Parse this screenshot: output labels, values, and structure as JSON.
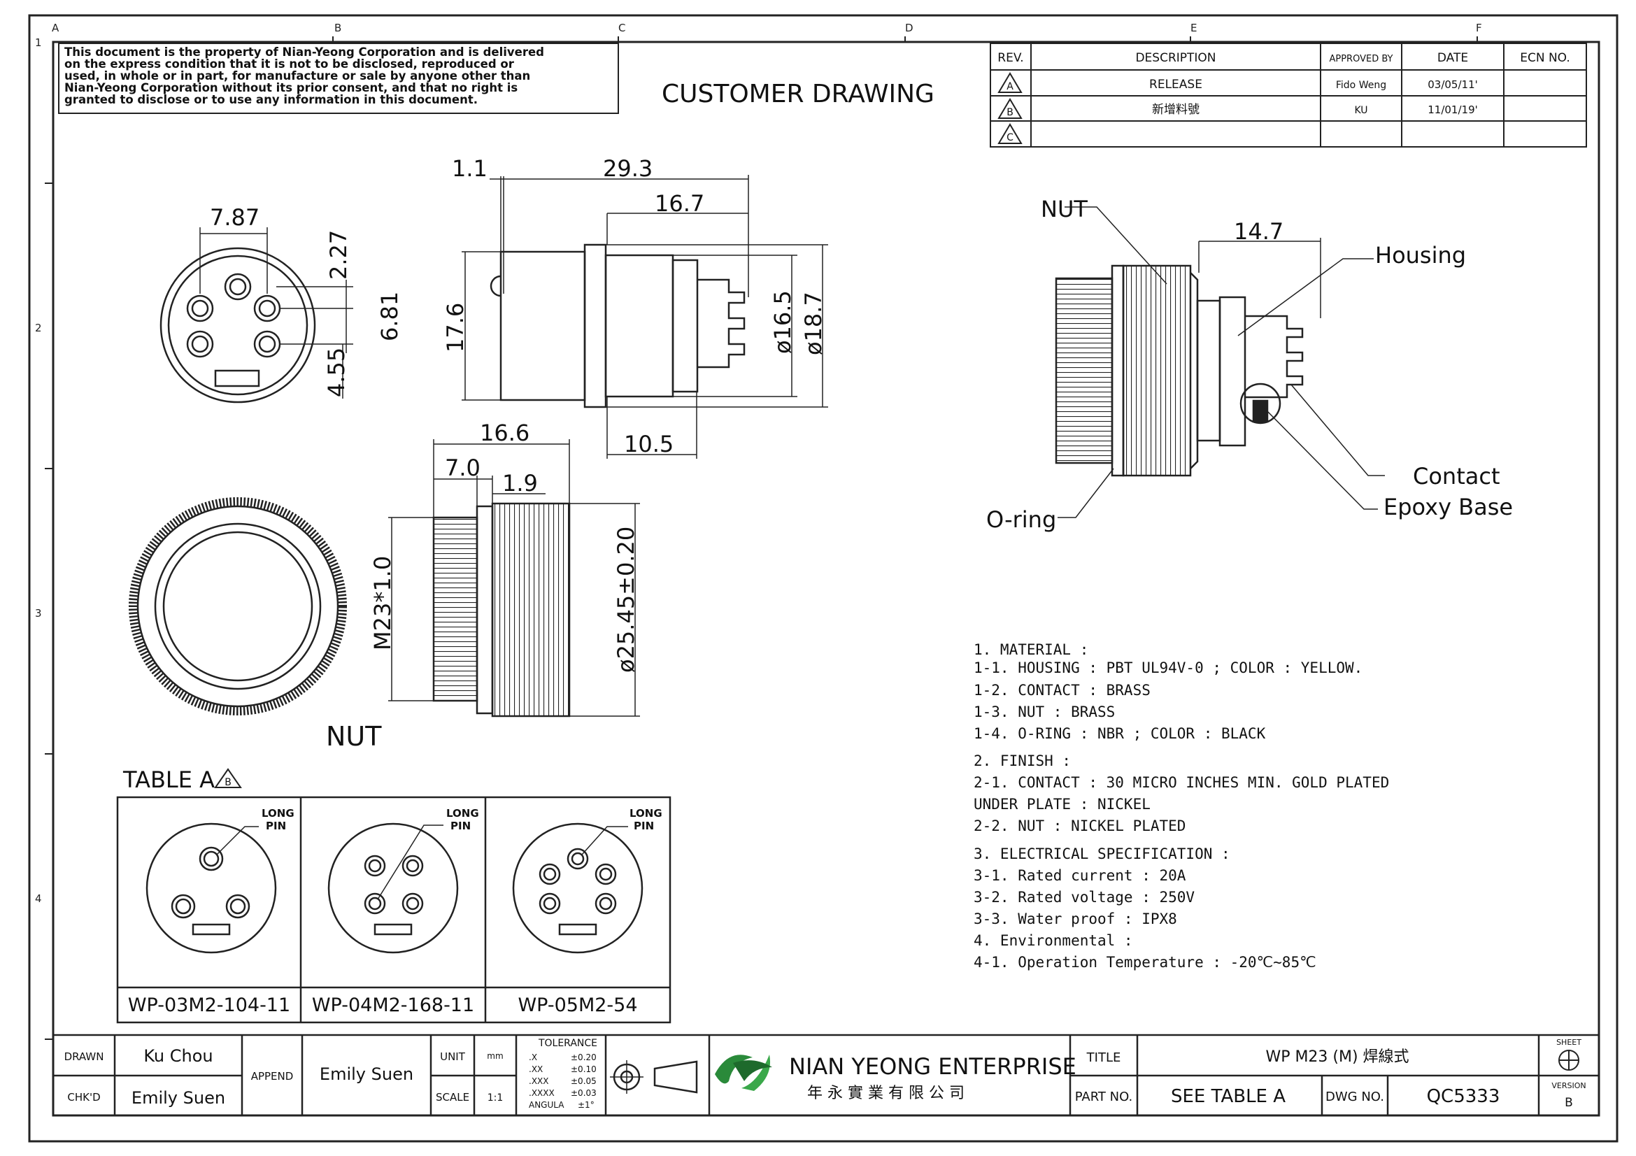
{
  "grid": {
    "columns": [
      "A",
      "B",
      "C",
      "D",
      "E",
      "F"
    ],
    "rows": [
      "1",
      "2",
      "3",
      "4"
    ]
  },
  "notice": [
    "This document is the property of Nian-Yeong Corporation and is delivered",
    "on   the   express condition that it is not to be disclosed, reproduced or",
    "used, in whole or in part, for manufacture or sale by anyone other than",
    "Nian-Yeong Corporation without  its prior consent, and that  no right  is",
    "granted to disclose or to use any information in this  document."
  ],
  "header_title": "CUSTOMER  DRAWING",
  "revision": {
    "headers": [
      "REV.",
      "DESCRIPTION",
      "APPROVED BY",
      "DATE",
      "ECN NO."
    ],
    "rows": [
      {
        "rev": "A",
        "description": "RELEASE",
        "approved": "Fido Weng",
        "date": "03/05/11'",
        "ecn": ""
      },
      {
        "rev": "B",
        "description": "新增料號",
        "approved": "KU",
        "date": "11/01/19'",
        "ecn": ""
      },
      {
        "rev": "C",
        "description": "",
        "approved": "",
        "date": "",
        "ecn": ""
      }
    ]
  },
  "dims": {
    "d787": "7.87",
    "d227": "2.27",
    "d681": "6.81",
    "d455": "4.55",
    "d11": "1.1",
    "d293": "29.3",
    "d167": "16.7",
    "d176": "17.6",
    "d165": "ø16.5",
    "d187": "ø18.7",
    "d105": "10.5",
    "d166": "16.6",
    "d70": "7.0",
    "d19": "1.9",
    "m23": "M23*1.0",
    "d2545": "ø25.45±0.20",
    "d147": "14.7"
  },
  "labels": {
    "nut_caption": "NUT",
    "nut": "NUT",
    "housing": "Housing",
    "contact": "Contact",
    "epoxy": "Epoxy Base",
    "oring": "O-ring"
  },
  "table_a": {
    "title": "TABLE A",
    "rev_mark": "B",
    "long_pin": [
      "LONG",
      "PIN"
    ],
    "parts": [
      "WP-03M2-104-11",
      "WP-04M2-168-11",
      "WP-05M2-54"
    ]
  },
  "spec": [
    "1. MATERIAL :",
    "   1-1. HOUSING : PBT UL94V-0 ; COLOR : YELLOW.",
    "   1-2. CONTACT : BRASS",
    "   1-3. NUT : BRASS",
    "   1-4. O-RING : NBR ; COLOR : BLACK",
    "2. FINISH :",
    "   2-1. CONTACT : 30 MICRO INCHES MIN. GOLD PLATED",
    "         UNDER PLATE : NICKEL",
    "   2-2. NUT : NICKEL PLATED",
    "3. ELECTRICAL SPECIFICATION :",
    "   3-1. Rated current : 20A",
    "   3-2. Rated voltage : 250V",
    "   3-3. Water proof : IPX8",
    "4. Environmental :",
    "   4-1. Operation Temperature : -20℃~85℃"
  ],
  "title_block": {
    "drawn_label": "DRAWN",
    "drawn": "Ku Chou",
    "chkd_label": "CHK'D",
    "chkd": "Emily Suen",
    "append_label": "APPEND",
    "append": "Emily Suen",
    "unit_label": "UNIT",
    "unit": "mm",
    "scale_label": "SCALE",
    "scale": "1:1",
    "tolerance_label": "TOLERANCE",
    "tolerance": [
      [
        ".X",
        "±0.20"
      ],
      [
        ".XX",
        "±0.10"
      ],
      [
        ".XXX",
        "±0.05"
      ],
      [
        ".XXXX",
        "±0.03"
      ],
      [
        "ANGULA",
        "±1°"
      ]
    ],
    "company": "NIAN YEONG ENTERPRISE",
    "company_cn": "年 永 實 業 有 限 公 司",
    "title_label": "TITLE",
    "title": "WP  M23  (M)  焊線式",
    "part_label": "PART NO.",
    "part": "SEE  TABLE  A",
    "dwg_label": "DWG NO.",
    "dwg": "QC5333",
    "sheet_label": "SHEET",
    "version_label": "VERSION",
    "version": "B"
  }
}
